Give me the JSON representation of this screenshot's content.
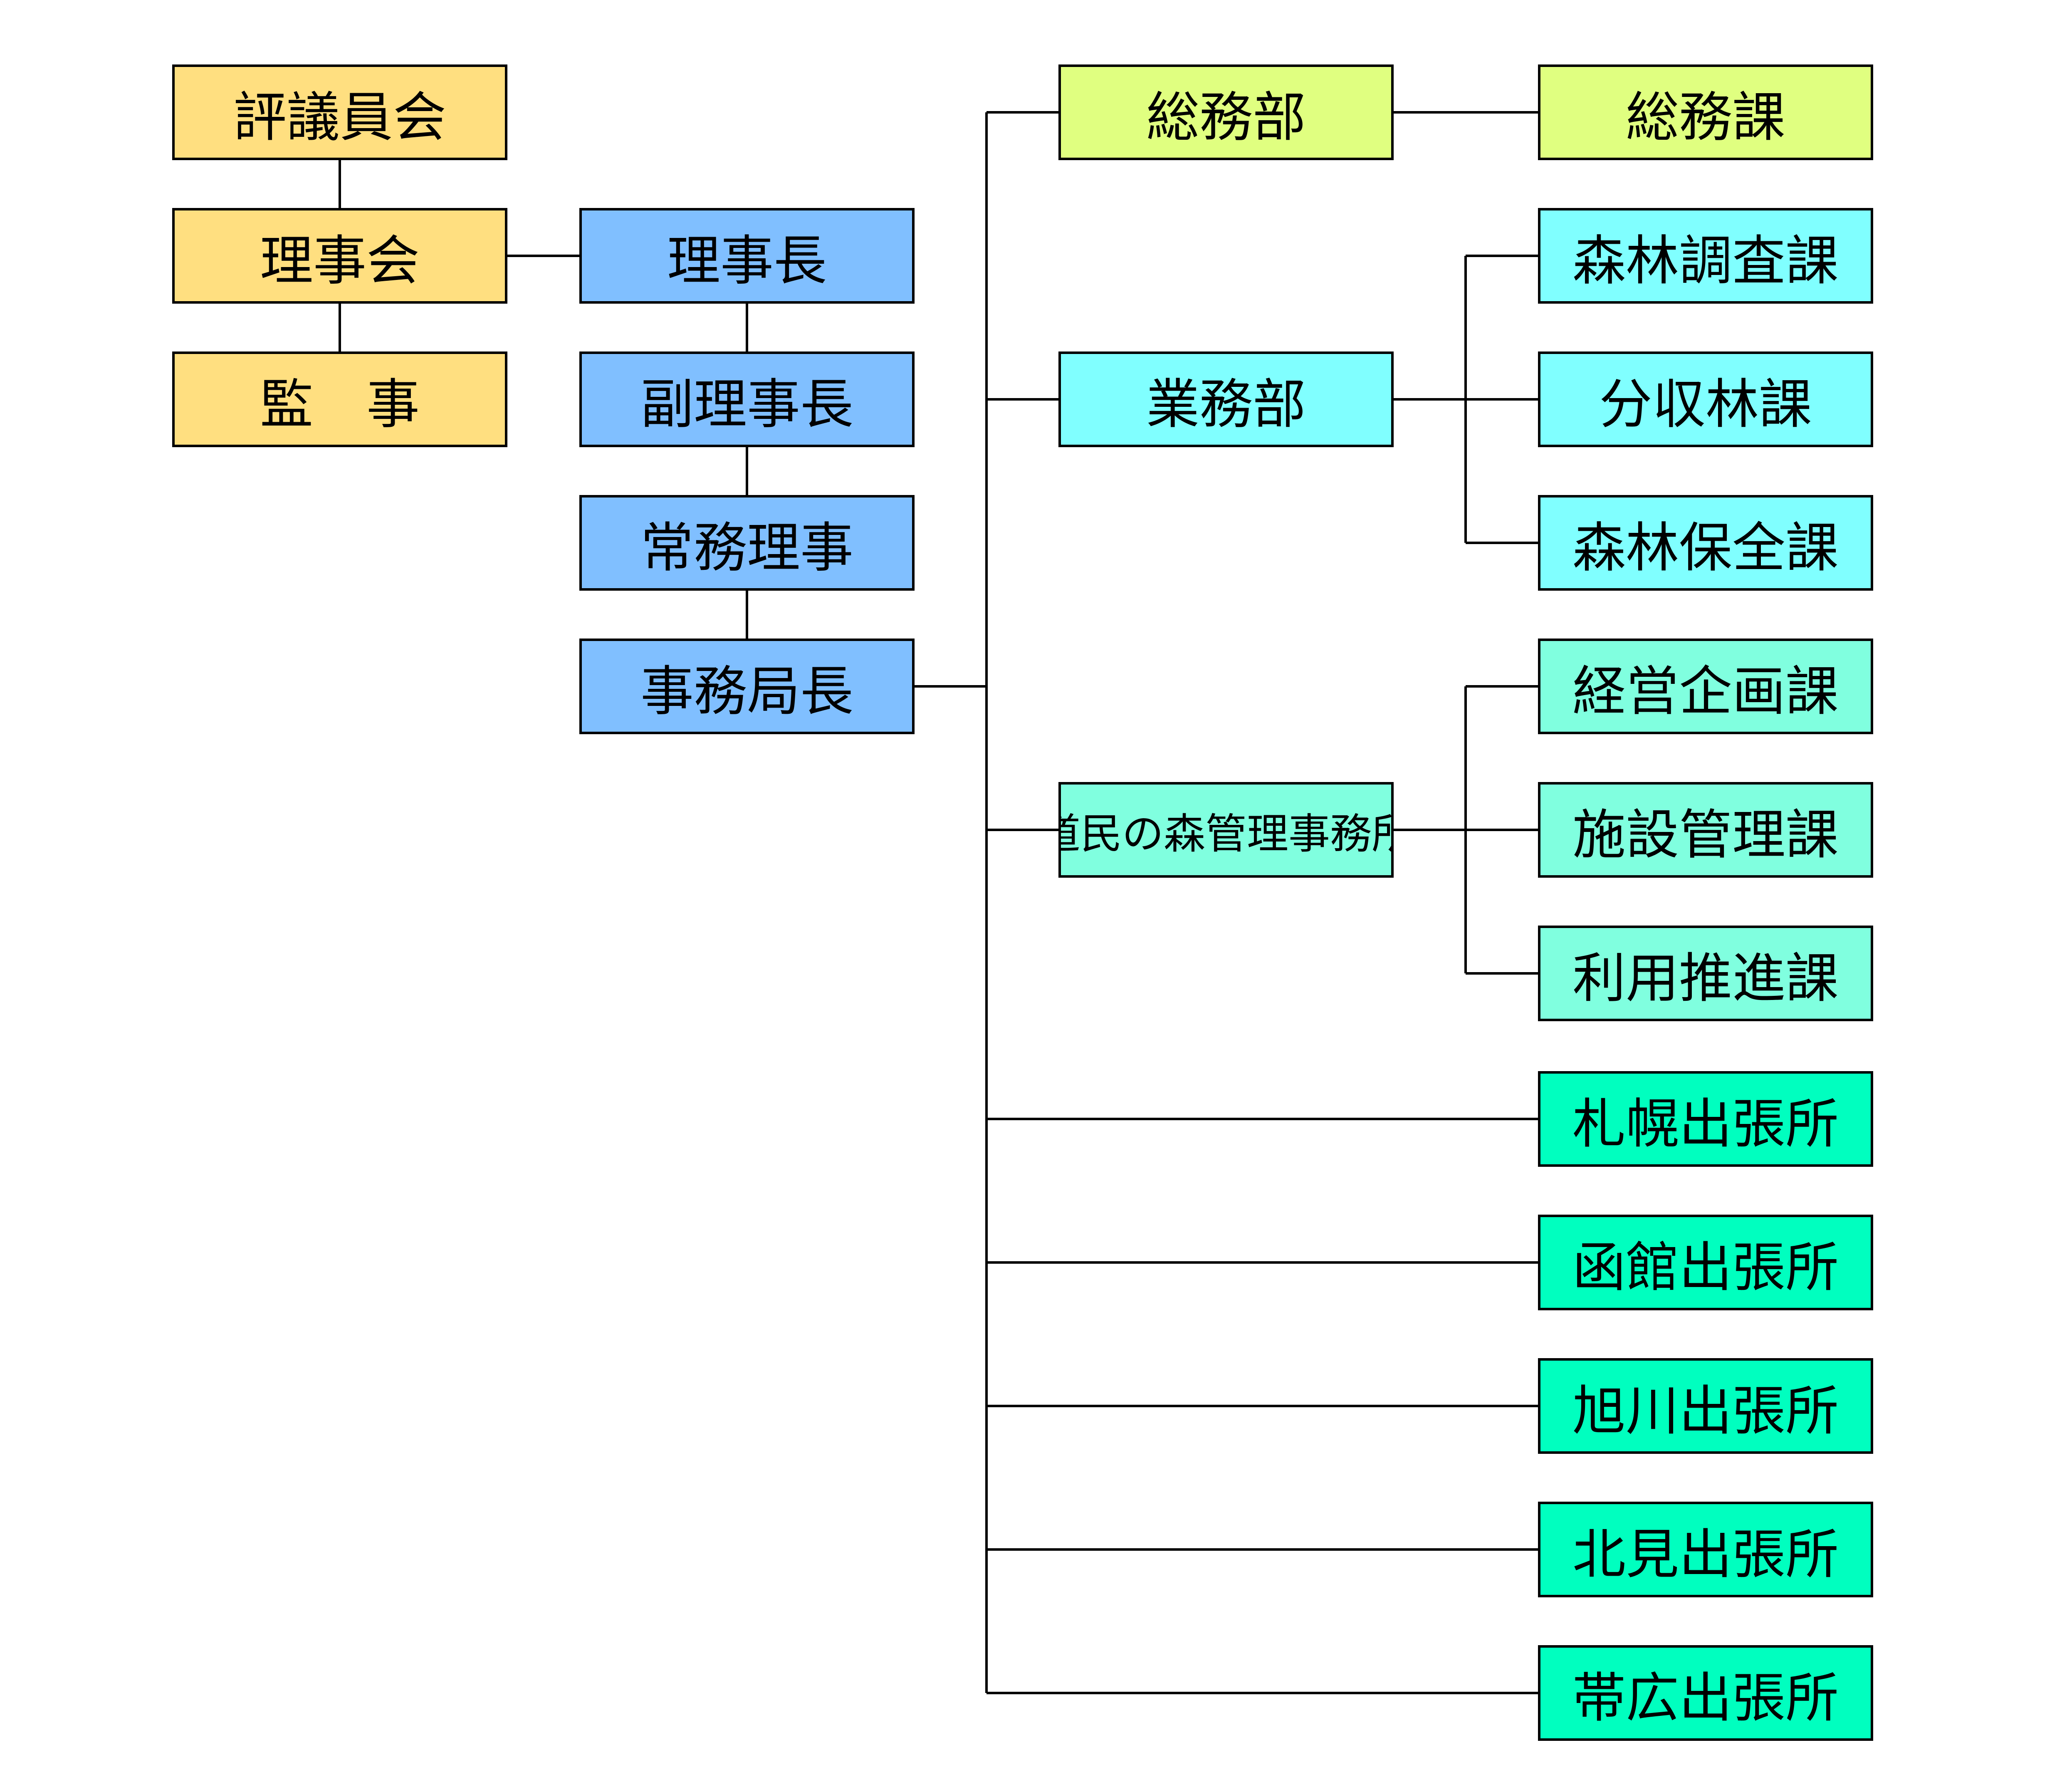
{
  "colors": {
    "council": "#FFDF80",
    "executive": "#80BFFF",
    "general": "#E0FF80",
    "operations": "#80FFFF",
    "forest_office": "#80FFDF",
    "branch": "#00FFBF",
    "line": "#000000"
  },
  "council": {
    "hyogiinkai": "評議員会",
    "rijikai": "理事会",
    "kanji": "監　事"
  },
  "executive": {
    "rijicho": "理事長",
    "fukurijicho": "副理事長",
    "jomuriji": "常務理事",
    "jimukyokucho": "事務局長"
  },
  "departments": {
    "somubu": "総務部",
    "gyomubu": "業務部",
    "domin_office": "道民の森管理事務所"
  },
  "sections": {
    "somuka": "総務課",
    "shinrin_chosa": "森林調査課",
    "bunshurin": "分収林課",
    "shinrin_hozen": "森林保全課",
    "keiei_kikaku": "経営企画課",
    "shisetsu_kanri": "施設管理課",
    "riyo_suishin": "利用推進課"
  },
  "branches": {
    "sapporo": "札幌出張所",
    "hakodate": "函館出張所",
    "asahikawa": "旭川出張所",
    "kitami": "北見出張所",
    "obihiro": "帯広出張所"
  }
}
